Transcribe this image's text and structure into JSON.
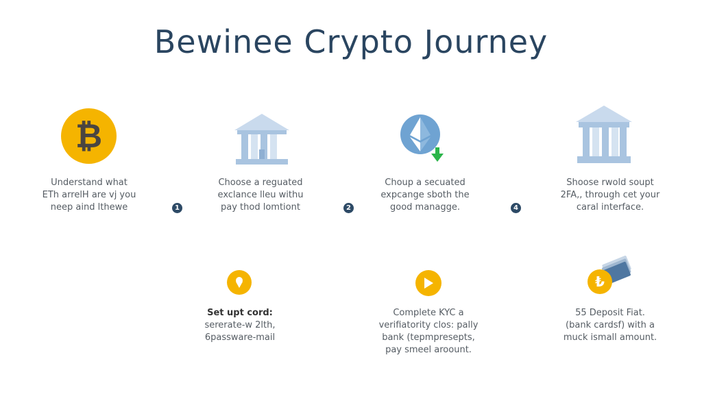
{
  "title": "Bewinee Crypto Journey",
  "colors": {
    "title": "#2a4560",
    "accent_yellow": "#f5b400",
    "bank_blue": "#a9c4e0",
    "eth_blue": "#6fa3d2",
    "arrow_green": "#2bb54a",
    "badge": "#2d4a66",
    "text": "#555c63"
  },
  "steps_top": [
    {
      "icon": "bitcoin-icon",
      "lines": [
        "Understand what",
        "ETh arrelH are vj you",
        "neep aind lthewe"
      ],
      "badge": "1"
    },
    {
      "icon": "bank-icon",
      "lines": [
        "Choose a reguated",
        "exclance lleu withu",
        "pay thod lomtiont"
      ],
      "badge": "2"
    },
    {
      "icon": "ethereum-download-icon",
      "lines": [
        "Choup a secuated",
        "expcange sboth the",
        "good managge."
      ],
      "badge": "4"
    },
    {
      "icon": "bank-icon",
      "lines": [
        "Shoose rwold soupt",
        "2FA,, through cet your",
        "caral interface."
      ]
    }
  ],
  "steps_bottom": [
    {
      "icon": "ice-cream-icon",
      "heading": "Set upt cord:",
      "lines": [
        "sererate-w 2lth,",
        "6passware-mail"
      ]
    },
    {
      "icon": "play-icon",
      "lines": [
        "Complete KYC a",
        "verifiatority clos: pally",
        "bank (tepmpresepts,",
        "pay smeel aroount."
      ]
    },
    {
      "icon": "lira-cards-icon",
      "lines": [
        "55 Deposit Fiat.",
        "(bank cardsf) with a",
        "muck ismall amount."
      ]
    }
  ]
}
